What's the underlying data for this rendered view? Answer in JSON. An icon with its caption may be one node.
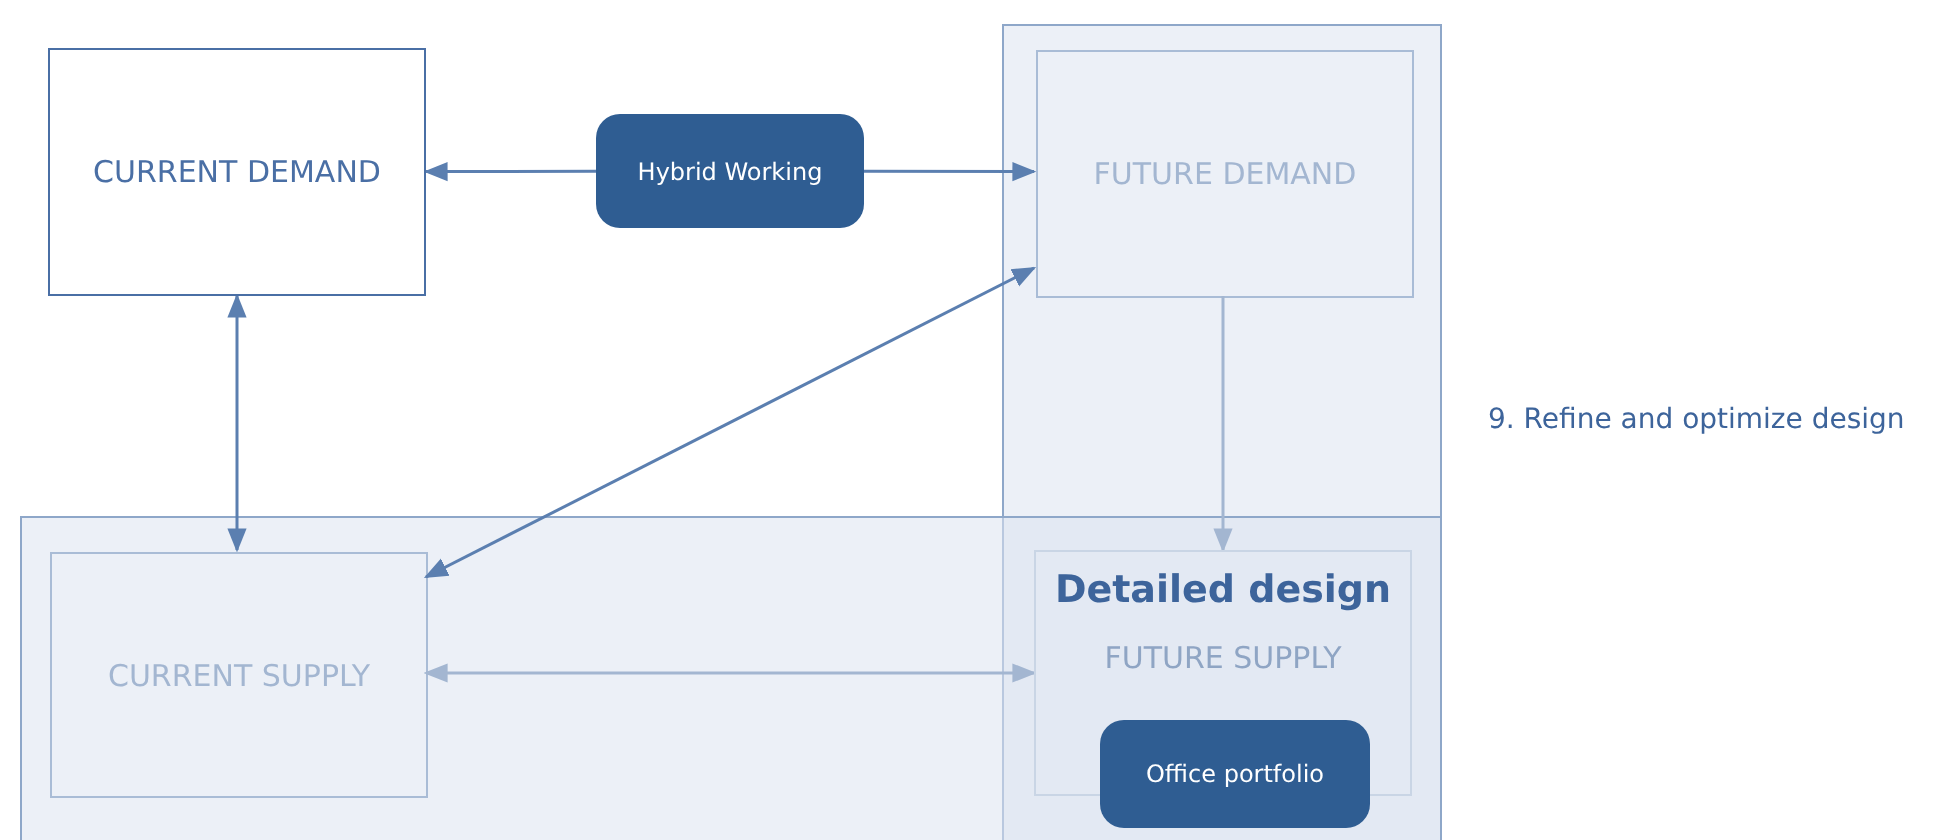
{
  "diagram": {
    "nodes": [
      {
        "text": [
          "CURRENT DEMAND"
        ]
      },
      {
        "text": [
          "Hybrid Working"
        ]
      },
      {
        "text": [],
        "shape": "box"
      },
      {
        "text": [
          "FUTURE DEMAND"
        ],
        "in": 2
      },
      {
        "text": [],
        "shape": "box"
      },
      {
        "text": [
          "CURRENT SUPPLY"
        ],
        "in": 4
      },
      {
        "text": [
          "Detailed design",
          "FUTURE SUPPLY"
        ]
      },
      {
        "text": [
          "Office portfolio"
        ]
      }
    ],
    "edges": [
      {
        "from": 1,
        "to": 0,
        "arrow": "to"
      },
      {
        "from": 1,
        "to": 3,
        "arrow": "to"
      },
      {
        "from": 0,
        "to": 5,
        "arrow": "both"
      },
      {
        "from": 5,
        "to": 3,
        "arrow": "both"
      },
      {
        "from": 3,
        "to": 6,
        "arrow": "to",
        "color": "#a3b6d1"
      },
      {
        "from": 5,
        "to": 6,
        "arrow": "both",
        "color": "#a3b6d1"
      }
    ],
    "labels": [
      "9. Refine and optimize design"
    ]
  }
}
